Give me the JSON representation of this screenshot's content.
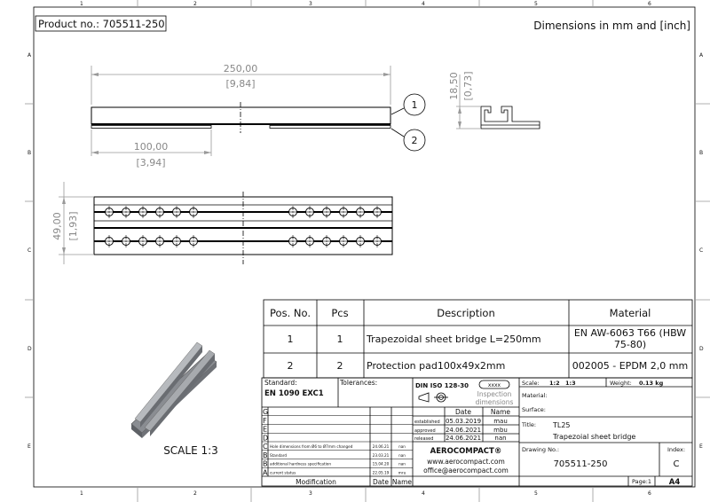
{
  "header": {
    "product_no": "Product no.: 705511-250",
    "units": "Dimensions in mm and [inch]"
  },
  "frame": {
    "columns": [
      "1",
      "2",
      "3",
      "4",
      "5",
      "6"
    ],
    "rows": [
      "A",
      "B",
      "C",
      "D",
      "E"
    ]
  },
  "dimensions": {
    "length": "250,00",
    "length_inch": "[9,84]",
    "pad_length": "100,00",
    "pad_length_inch": "[3,94]",
    "width": "49,00",
    "width_inch": "[1,93]",
    "height": "18,50",
    "height_inch": "[0,73]"
  },
  "balloons": [
    "1",
    "2"
  ],
  "scale_note": "SCALE 1:3",
  "bom": {
    "headers": [
      "Pos. No.",
      "Pcs",
      "Description",
      "Material"
    ],
    "rows": [
      {
        "pos": "1",
        "pcs": "1",
        "desc": "Trapezoidal sheet bridge L=250mm",
        "mat1": "EN AW-6063 T66 (HBW",
        "mat2": "75-80)"
      },
      {
        "pos": "2",
        "pcs": "2",
        "desc": "Protection pad100x49x2mm",
        "mat1": "002005 - EPDM 2,0 mm",
        "mat2": ""
      }
    ]
  },
  "title_block": {
    "standard_label": "Standard:",
    "standard": "EN 1090 EXC1",
    "tolerances_label": "Tolerances:",
    "din": "DIN ISO 128-30",
    "inspection_badge": "xxxx",
    "inspection1": "Inspection",
    "inspection2": "dimensions",
    "revisions": [
      {
        "idx": "G",
        "desc": "",
        "date": "",
        "name": ""
      },
      {
        "idx": "F",
        "desc": "",
        "date": "",
        "name": ""
      },
      {
        "idx": "E",
        "desc": "",
        "date": "",
        "name": ""
      },
      {
        "idx": "D",
        "desc": "",
        "date": "",
        "name": ""
      },
      {
        "idx": "C",
        "desc": "Hole dimensions from Ø6 to Ø7mm changed",
        "date": "24.06.21",
        "name": "nan"
      },
      {
        "idx": "B",
        "desc": "Standard",
        "date": "23.03.21",
        "name": "nan"
      },
      {
        "idx": "B",
        "desc": "additional hardness specification",
        "date": "15.04.20",
        "name": "nan"
      },
      {
        "idx": "A",
        "desc": "current status",
        "date": "22.05.19",
        "name": "mru"
      }
    ],
    "modification_label": "Modification",
    "date_label": "Date",
    "name_label": "Name",
    "approvals": [
      {
        "label": "established",
        "date": "05.03.2019",
        "name": "mau"
      },
      {
        "label": "approved",
        "date": "24.06.2021",
        "name": "mbu"
      },
      {
        "label": "released",
        "date": "24.06.2021",
        "name": "nan"
      }
    ],
    "company": "AEROCOMPACT®",
    "website": "www.aerocompact.com",
    "email": "office@aerocompact.com",
    "scale_label": "Scale:",
    "scale1": "1:2",
    "scale2": "1:3",
    "weight_label": "Weight:",
    "weight": "0.13 kg",
    "material_label": "Material:",
    "surface_label": "Surface:",
    "title_label": "Title:",
    "title1": "TL25",
    "title2": "Trapezoial sheet bridge",
    "drawing_no_label": "Drawing No.:",
    "drawing_no": "705511-250",
    "index_label": "Index:",
    "index": "C",
    "page": "Page:1",
    "format": "A4"
  }
}
